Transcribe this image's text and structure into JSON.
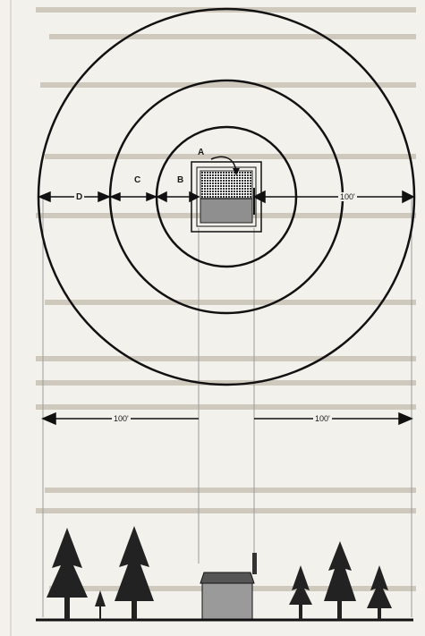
{
  "figure": {
    "labels": {
      "zone_a": "A",
      "zone_b": "B",
      "zone_c": "C",
      "zone_d": "D",
      "dist_right_top": "100'",
      "dist_left_bottom": "100'",
      "dist_right_bottom": "100'"
    }
  }
}
